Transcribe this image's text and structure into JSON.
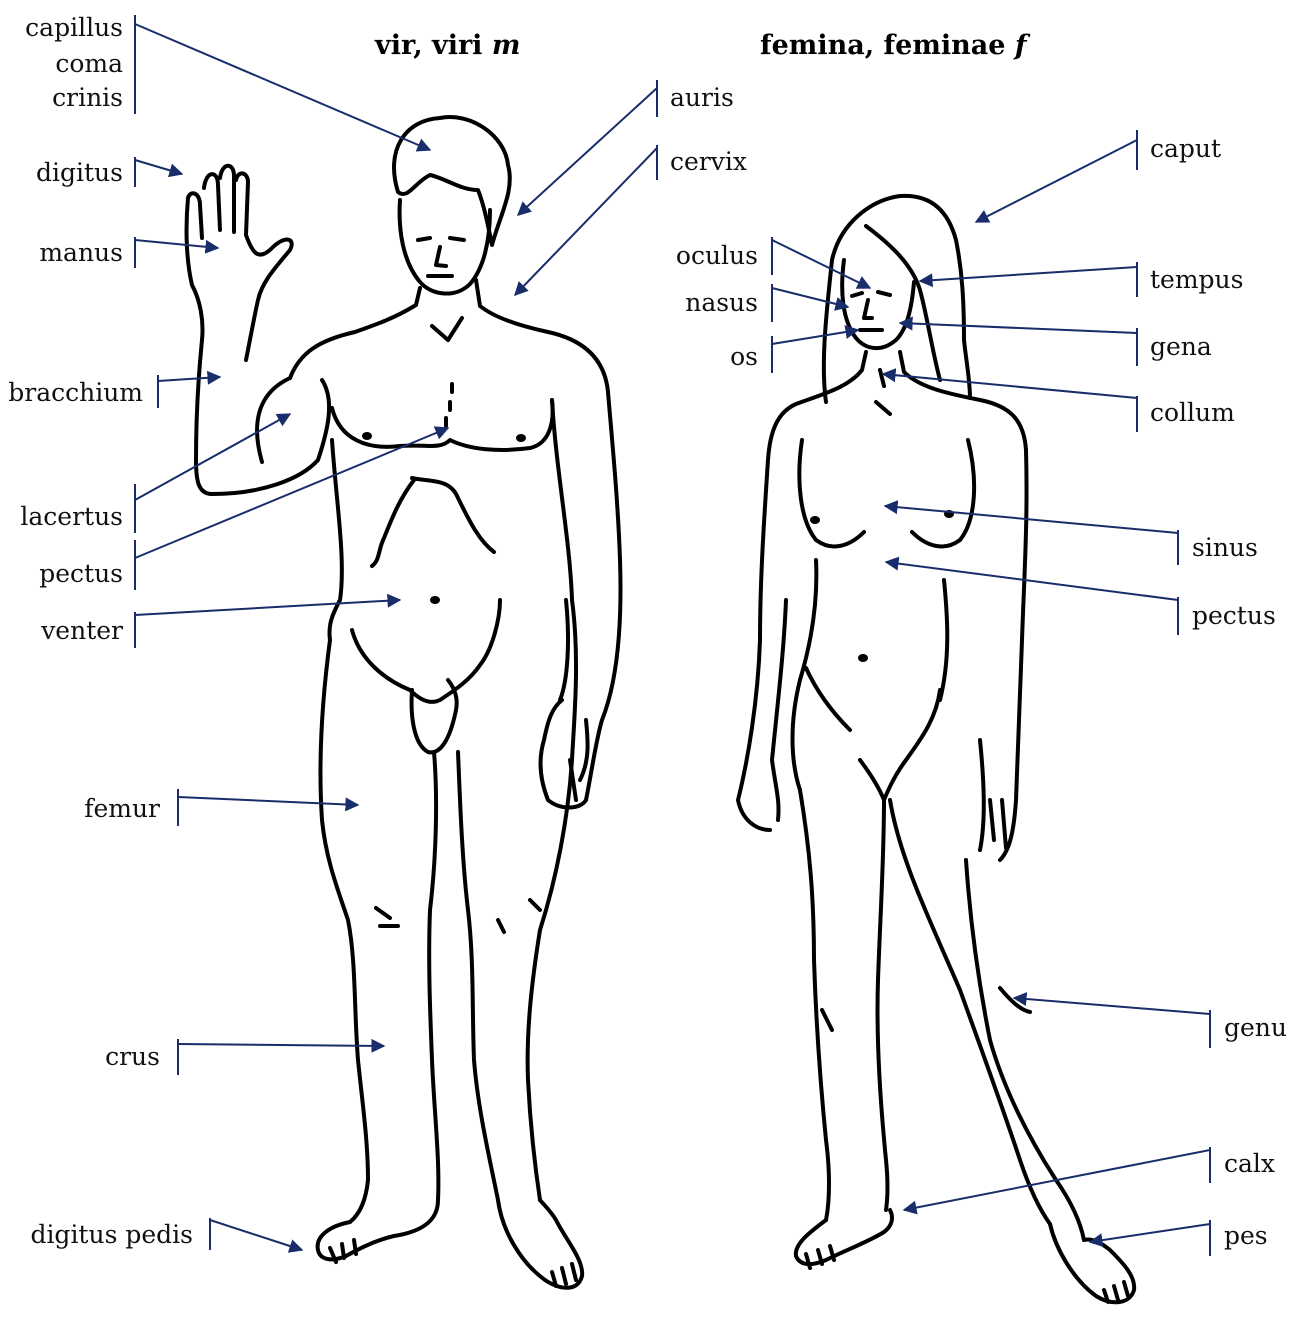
{
  "titles": {
    "man": "vir, viri",
    "man_gender": "m",
    "woman": "femina, feminae",
    "woman_gender": "f"
  },
  "labels": {
    "capillus": "capillus",
    "coma": "coma",
    "crinis": "crinis",
    "digitus": "digitus",
    "manus": "manus",
    "bracchium": "bracchium",
    "lacertus": "lacertus",
    "pectus_m": "pectus",
    "venter": "venter",
    "femur": "femur",
    "crus": "crus",
    "digitus_pedis": "digitus pedis",
    "auris": "auris",
    "cervix": "cervix",
    "caput": "caput",
    "oculus": "oculus",
    "nasus": "nasus",
    "os": "os",
    "tempus": "tempus",
    "gena": "gena",
    "collum": "collum",
    "sinus": "sinus",
    "pectus_f": "pectus",
    "genu": "genu",
    "calx": "calx",
    "pes": "pes"
  },
  "colors": {
    "leader": "#1a2d6b",
    "outline": "#000000"
  }
}
